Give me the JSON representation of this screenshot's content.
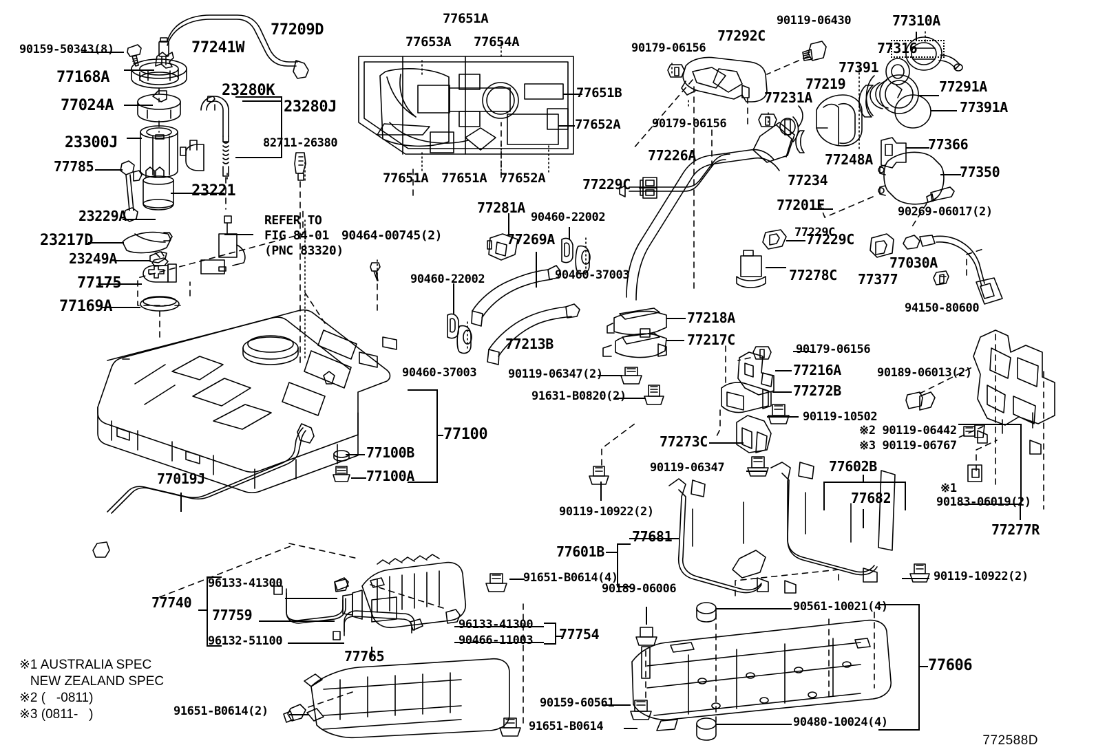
{
  "diagram": {
    "id": "772588D",
    "notes": [
      "※1 AUSTRALIA SPEC",
      "   NEW ZEALAND SPEC",
      "※2 (   -0811)",
      "※3 (0811-   )"
    ],
    "refer_to": [
      "REFER TO",
      "FIG 84-01",
      "(PNC 83320)"
    ]
  },
  "labels": {
    "l_77209D": "77209D",
    "l_90159_50343": "90159-50343(8)",
    "l_77241W": "77241W",
    "l_77168A": "77168A",
    "l_77024A": "77024A",
    "l_23280K": "23280K",
    "l_23280J": "23280J",
    "l_23300J": "23300J",
    "l_82711_26380": "82711-26380",
    "l_77785": "77785",
    "l_23221": "23221",
    "l_23229A": "23229A",
    "l_23217D": "23217D",
    "l_23249A": "23249A",
    "l_77175": "77175",
    "l_77169A": "77169A",
    "l_90464_00745": "90464-00745(2)",
    "l_77651A_top": "77651A",
    "l_77653A": "77653A",
    "l_77654A": "77654A",
    "l_77651B": "77651B",
    "l_77652A_r": "77652A",
    "l_77651A_b1": "77651A",
    "l_77651A_b2": "77651A",
    "l_77652A_b": "77652A",
    "l_77281A": "77281A",
    "l_77269A": "77269A",
    "l_90460_22002_a": "90460-22002",
    "l_90460_22002_b": "90460-22002",
    "l_90460_37003_a": "90460-37003",
    "l_90460_37003_b": "90460-37003",
    "l_77213B": "77213B",
    "l_90119_06347_2": "90119-06347(2)",
    "l_91631_B0820": "91631-B0820(2)",
    "l_90179_06156_a": "90179-06156",
    "l_90179_06156_b": "90179-06156",
    "l_90179_06156_c": "90179-06156",
    "l_77292C": "77292C",
    "l_90119_06430": "90119-06430",
    "l_77310A": "77310A",
    "l_77316": "77316",
    "l_77391": "77391",
    "l_77291A": "77291A",
    "l_77391A": "77391A",
    "l_77231A": "77231A",
    "l_77219": "77219",
    "l_77226A": "77226A",
    "l_77248A": "77248A",
    "l_77234": "77234",
    "l_77366": "77366",
    "l_77350": "77350",
    "l_90269_06017": "90269-06017(2)",
    "l_77229C_a": "77229C",
    "l_77229C_b": "77229C",
    "l_77201E": "77201E",
    "l_77278C": "77278C",
    "l_77030A": "77030A",
    "l_77377": "77377",
    "l_94150_80600": "94150-80600",
    "l_77218A": "77218A",
    "l_77217C": "77217C",
    "l_77216A": "77216A",
    "l_77272B": "77272B",
    "l_90119_10502": "90119-10502",
    "l_77273C": "77273C",
    "l_90189_06013": "90189-06013(2)",
    "l_x2_90119_06442": "※2 90119-06442",
    "l_x3_90119_06767": "※3 90119-06767",
    "l_x1": "※1",
    "l_90183_06019": "90183-06019(2)",
    "l_77277R": "77277R",
    "l_90119_06347": "90119-06347",
    "l_90119_10922_a": "90119-10922(2)",
    "l_90119_10922_b": "90119-10922(2)",
    "l_77602B": "77602B",
    "l_77682": "77682",
    "l_77681": "77681",
    "l_77601B": "77601B",
    "l_91651_B0614_4": "91651-B0614(4)",
    "l_77100": "77100",
    "l_77100B": "77100B",
    "l_77100A": "77100A",
    "l_77019J": "77019J",
    "l_96133_41300_a": "96133-41300",
    "l_96133_41300_b": "96133-41300",
    "l_77740": "77740",
    "l_77759": "77759",
    "l_96132_51100": "96132-51100",
    "l_90466_11003": "90466-11003",
    "l_77754": "77754",
    "l_77765": "77765",
    "l_91651_B0614_2": "91651-B0614(2)",
    "l_91651_B0614": "91651-B0614",
    "l_90159_60561": "90159-60561",
    "l_90189_06006": "90189-06006",
    "l_90561_10021": "90561-10021(4)",
    "l_90480_10024": "90480-10024(4)",
    "l_77606": "77606"
  }
}
